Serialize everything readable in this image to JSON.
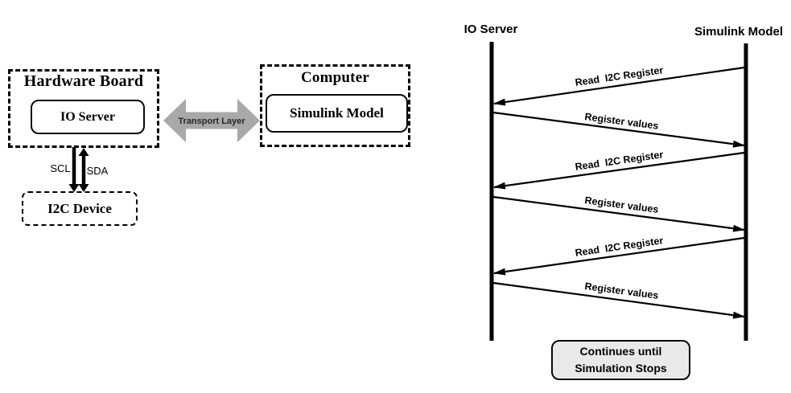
{
  "block_diagram": {
    "hardware_board_title": "Hardware Board",
    "io_server_label": "IO Server",
    "transport_layer_label": "Transport Layer",
    "computer_title": "Computer",
    "simulink_model_label": "Simulink Model",
    "scl_label": "SCL",
    "sda_label": "SDA",
    "i2c_device_label": "I2C Device"
  },
  "sequence_diagram": {
    "lifelines": [
      {
        "name": "IO Server"
      },
      {
        "name": "Simulink Model"
      }
    ],
    "messages": [
      {
        "label": "Read  I2C Register",
        "from": "Simulink Model",
        "to": "IO Server"
      },
      {
        "label": "Register values",
        "from": "IO Server",
        "to": "Simulink Model"
      },
      {
        "label": "Read  I2C Register",
        "from": "Simulink Model",
        "to": "IO Server"
      },
      {
        "label": "Register values",
        "from": "IO Server",
        "to": "Simulink Model"
      },
      {
        "label": "Read  I2C Register",
        "from": "Simulink Model",
        "to": "IO Server"
      },
      {
        "label": "Register values",
        "from": "IO Server",
        "to": "Simulink Model"
      }
    ],
    "note_line1": "Continues until",
    "note_line2": "Simulation Stops"
  },
  "colors": {
    "transport_arrow_fill": "#a9a9a9",
    "note_fill": "#e9e9e9",
    "diagram_line": "#000000"
  }
}
